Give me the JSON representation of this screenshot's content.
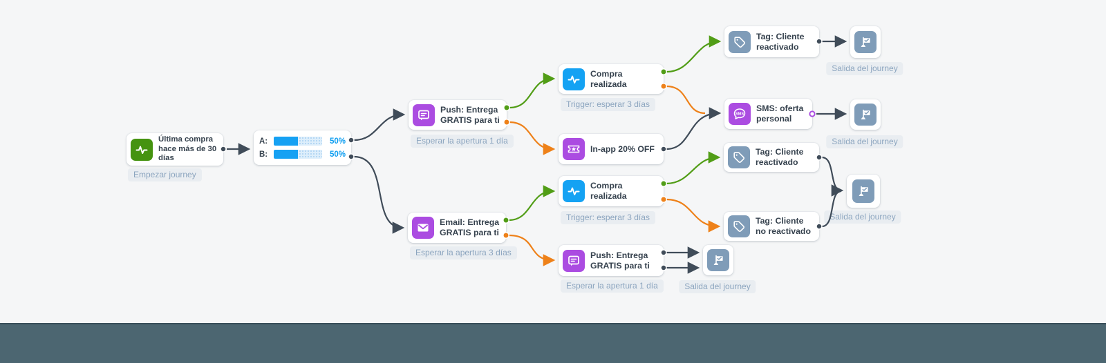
{
  "app": {
    "canvas_color": "#f5f6f7",
    "footer_color": "#4c6671"
  },
  "colors": {
    "icon_green": "#459310",
    "icon_blue": "#14a2f3",
    "icon_purple": "#ab4ce1",
    "icon_slate": "#7f9cb8",
    "connector_dark": "#404c59",
    "connector_green": "#519d16",
    "connector_orange": "#ee8119",
    "badge_bg": "#e9edf1",
    "badge_text": "#8ca5bf",
    "bar_fill": "#16a1f3",
    "percent_text": "#0a9cf0"
  },
  "nodes": {
    "start": {
      "title": "Última compra hace más de 30 días",
      "badge": "Empezar journey"
    },
    "ab_split": {
      "rows": [
        {
          "label": "A:",
          "percent": "50%",
          "value": 50
        },
        {
          "label": "B:",
          "percent": "50%",
          "value": 50
        }
      ]
    },
    "push_top": {
      "title": "Push: Entrega GRATIS para ti",
      "badge": "Esperar la apertura 1 día"
    },
    "compra_top": {
      "title": "Compra realizada",
      "badge": "Trigger: esperar 3 días"
    },
    "inapp": {
      "title": "In-app 20% OFF"
    },
    "tag_top": {
      "title": "Tag: Cliente reactivado"
    },
    "sms": {
      "title": "SMS: oferta personal",
      "icon_label": "SMS"
    },
    "email": {
      "title": "Email: Entrega GRATIS para ti",
      "badge": "Esperar la apertura 3 días"
    },
    "compra_bottom": {
      "title": "Compra realizada",
      "badge": "Trigger: esperar 3 días"
    },
    "tag_react": {
      "title": "Tag: Cliente reactivado"
    },
    "tag_noreact": {
      "title": "Tag: Cliente no reactivado"
    },
    "push_bottom": {
      "title": "Push: Entrega GRATIS para ti",
      "badge": "Esperar la apertura 1 día"
    },
    "exits": {
      "exit1": {
        "label": "Salida del journey"
      },
      "exit2": {
        "label": "Salida del journey"
      },
      "exit3": {
        "label": "Salida del journey"
      },
      "exit4": {
        "label": "Salida del journey"
      }
    }
  }
}
